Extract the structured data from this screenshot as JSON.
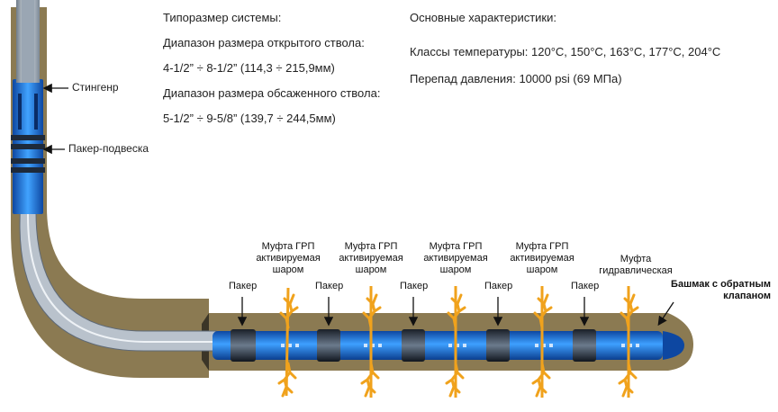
{
  "specs_left": {
    "heading": "Типоразмер системы:",
    "open_hole_label": "Диапазон размера открытого ствола:",
    "open_hole_value": "4-1/2” ÷ 8-1/2” (114,3 ÷ 215,9мм)",
    "cased_hole_label": "Диапазон размера обсаженного ствола:",
    "cased_hole_value": "5-1/2” ÷ 9-5/8” (139,7 ÷ 244,5мм)"
  },
  "specs_right": {
    "heading": "Основные характеристики:",
    "temperature": "Классы температуры: 120°C, 150°C, 163°C, 177°C, 204°C",
    "pressure": "Перепад давления: 10000 psi (69 МПа)"
  },
  "callouts": {
    "stinger": "Стингенр",
    "packer_hanger": "Пакер-подвеска",
    "packer": "Пакер",
    "sleeve_ball": [
      "Муфта ГРП",
      "активируемая",
      "шаром"
    ],
    "sleeve_hydraulic": [
      "Муфта",
      "гидравлическая"
    ],
    "shoe": [
      "Башмак с обратным",
      "клапаном"
    ]
  },
  "colors": {
    "formation": "#8b7a52",
    "casing": "#b9c2cc",
    "pipe_blue": "#1c6fd6",
    "packer_dark": "#1e2a3a",
    "fracture": "#f0a21c"
  }
}
